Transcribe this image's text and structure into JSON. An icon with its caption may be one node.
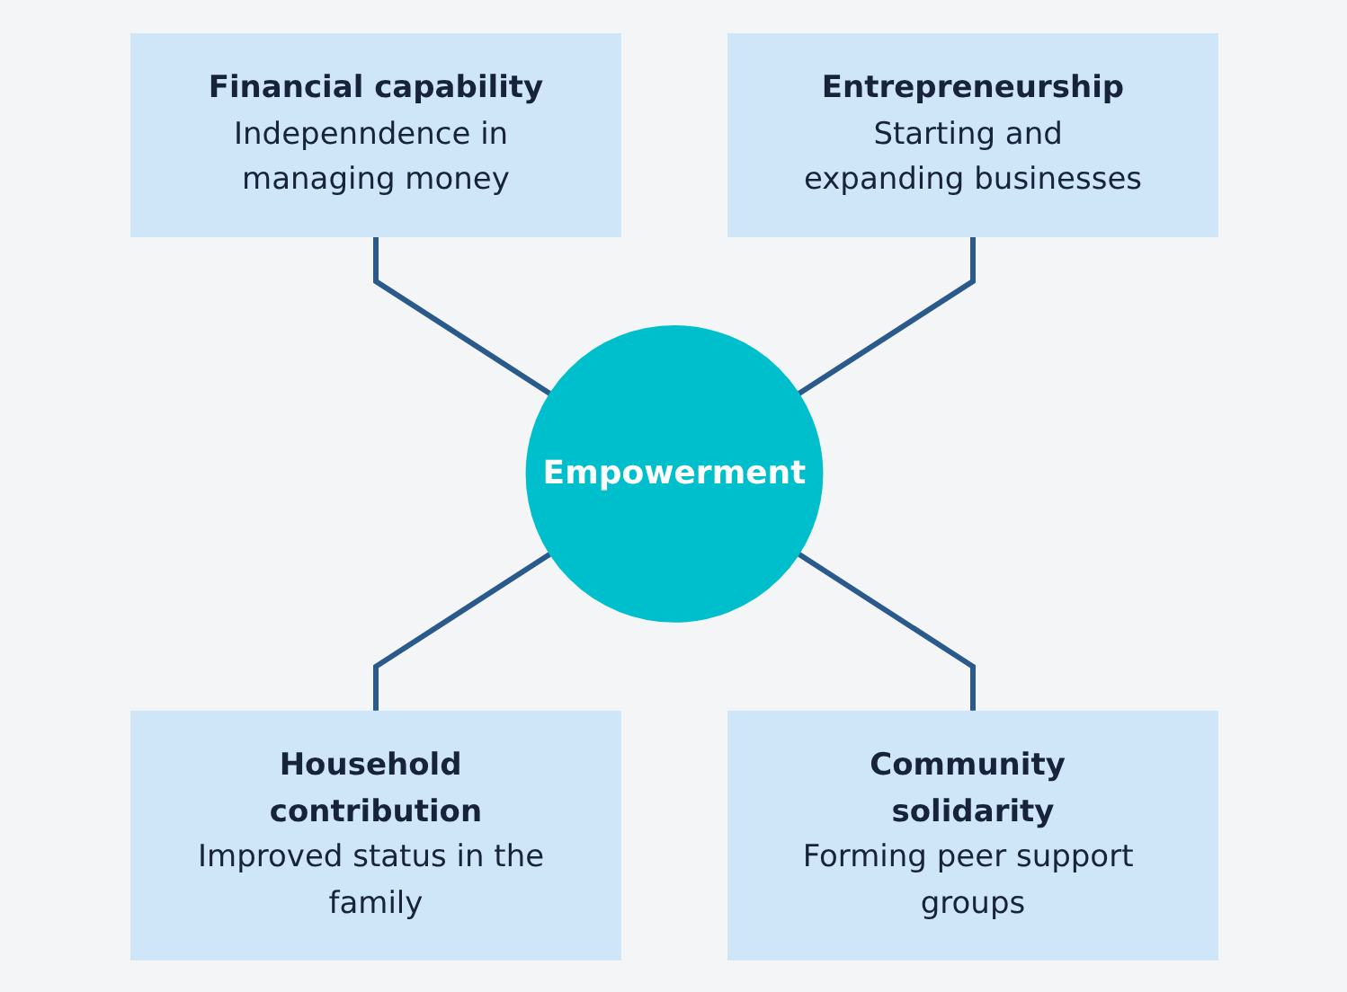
{
  "diagram": {
    "nodes": [
      {
        "text": [
          "Financial capability",
          "Indepenndence in managing money"
        ]
      },
      {
        "text": [
          "Entrepreneurship",
          "Starting and expanding businesses"
        ]
      },
      {
        "text": [
          "Empowerment"
        ]
      },
      {
        "text": [
          "Household contribution",
          "Improved status in the family"
        ]
      },
      {
        "text": [
          "Community solidarity",
          "Forming peer support groups"
        ]
      }
    ],
    "edges": [
      {
        "from": 0,
        "to": 2,
        "arrow": "none"
      },
      {
        "from": 1,
        "to": 2,
        "arrow": "none"
      },
      {
        "from": 2,
        "to": 3,
        "arrow": "none"
      },
      {
        "from": 2,
        "to": 4,
        "arrow": "none"
      }
    ]
  }
}
